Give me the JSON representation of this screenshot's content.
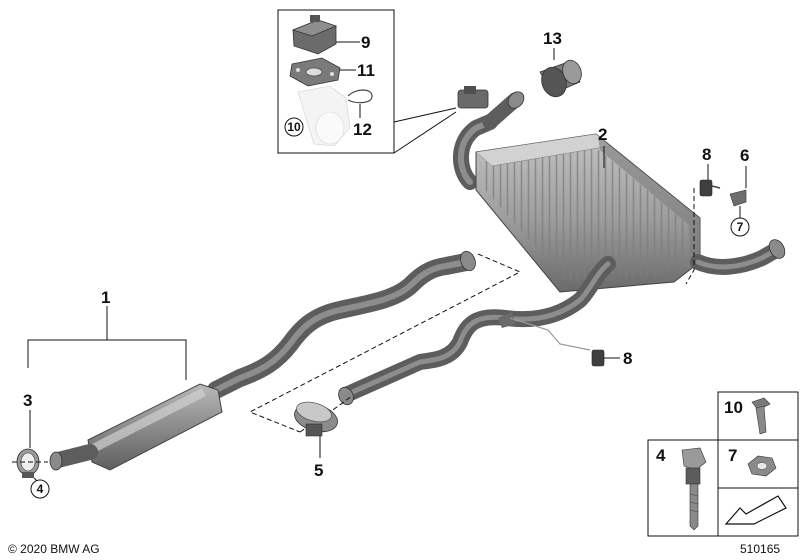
{
  "diagram": {
    "callouts": {
      "c1": "1",
      "c2": "2",
      "c3": "3",
      "c4": "4",
      "c5": "5",
      "c6": "6",
      "c7": "7",
      "c8a": "8",
      "c8b": "8",
      "c9": "9",
      "c10": "10",
      "c11": "11",
      "c12": "12",
      "c13": "13"
    },
    "legend": {
      "c10": "10",
      "c7": "7",
      "c4": "4"
    },
    "colors": {
      "part_fill": "#9a9a9a",
      "part_dark": "#5d5d5d",
      "line": "#111111"
    }
  },
  "footer": {
    "copyright": "© 2020 BMW AG",
    "diagram_id": "510165"
  }
}
